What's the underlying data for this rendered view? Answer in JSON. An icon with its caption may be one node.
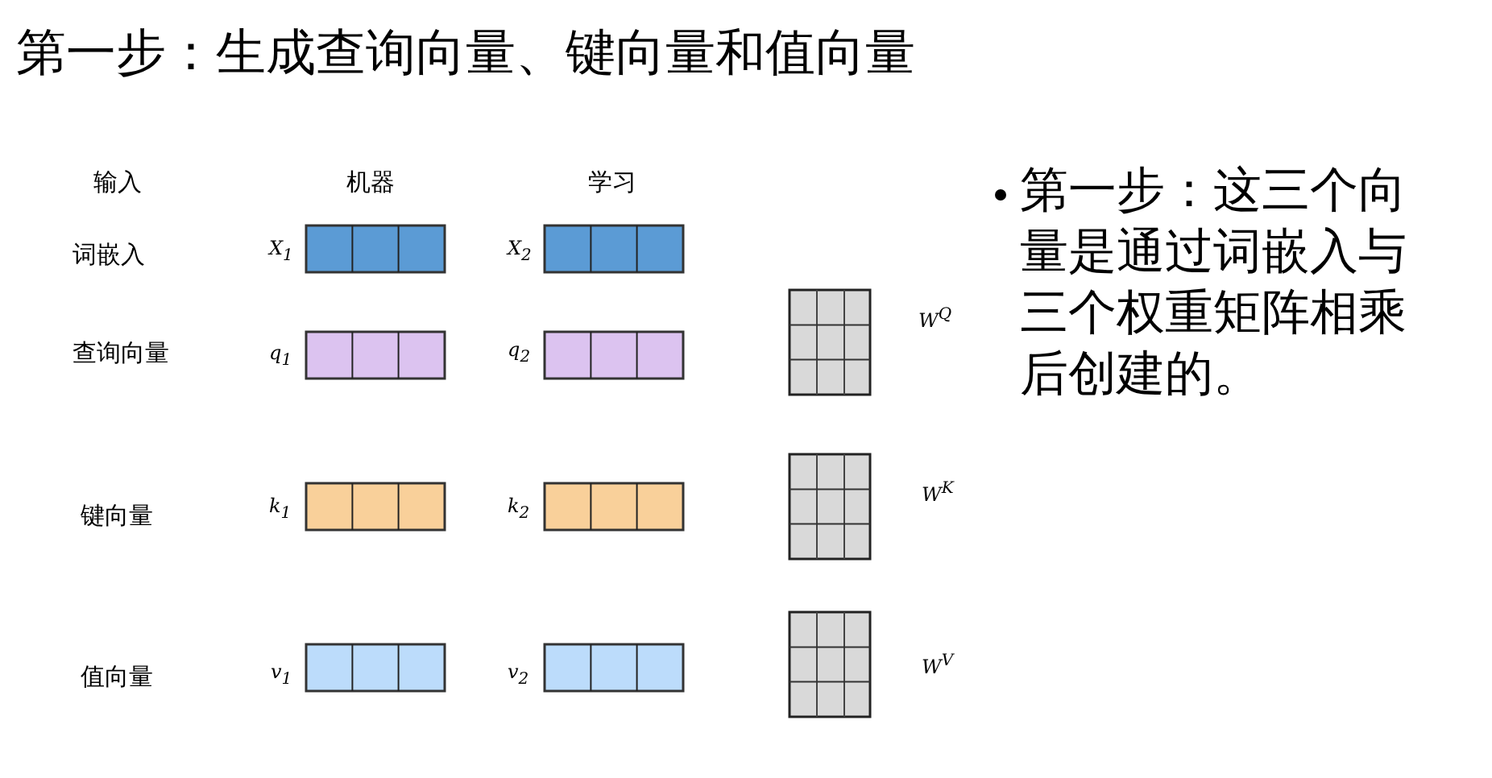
{
  "diagram": {
    "title": "第一步：生成查询向量、键向量和值向量",
    "labels": [
      "输入",
      "机器",
      "学习",
      "词嵌入",
      "X$_{1}$",
      "X$_{2}$",
      "查询向量",
      "q$_{1}$",
      "q$_{2}$",
      "W$^{Q}$",
      "键向量",
      "k$_{1}$",
      "k$_{2}$",
      "W$^{K}$",
      "值向量",
      "v$_{1}$",
      "v$_{2}$",
      "W$^{V}$",
      "第一步：这三个向量是通过词嵌入与三个权重矩阵相乘后创建的。"
    ]
  }
}
